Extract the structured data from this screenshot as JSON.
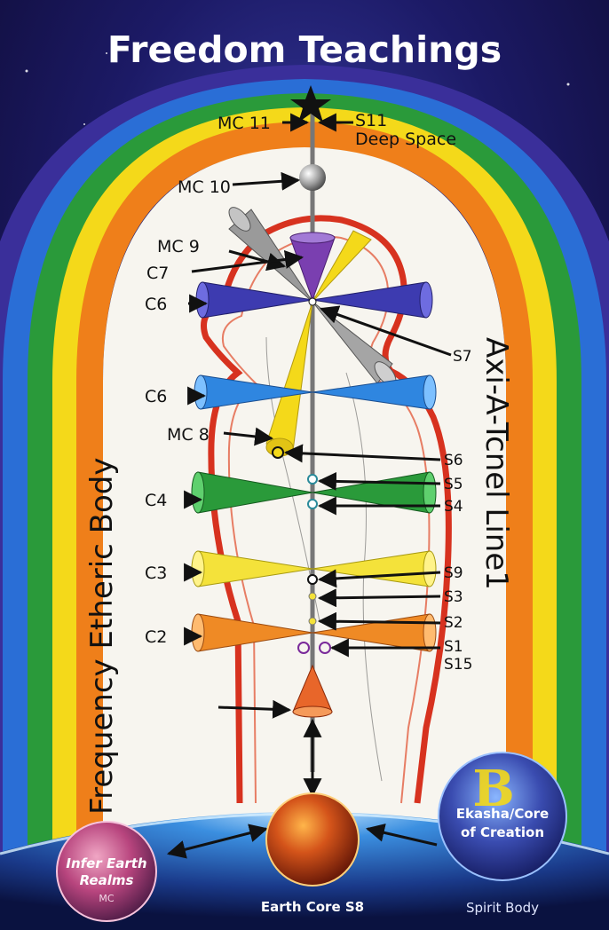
{
  "title": "Freedom Teachings",
  "left_vertical_label": "Frequency  Etheric Body",
  "right_vertical_label": "Axi-A-Tcnel Line1",
  "deep_space_label": "Deep Space",
  "left_labels": {
    "mc11": "MC 11",
    "mc10": "MC 10",
    "mc9": "MC 9",
    "c7": "C7",
    "c6_upper": "C6",
    "c6_lower": "C6",
    "mc8": "MC 8",
    "c4": "C4",
    "c3": "C3",
    "c2": "C2"
  },
  "right_labels": {
    "s11": "S11",
    "s7": "S7",
    "s6": "S6",
    "s5": "S5",
    "s4": "S4",
    "s9": "S9",
    "s3": "S3",
    "s2": "S2",
    "s1": "S1",
    "s15": "S15"
  },
  "orbs": {
    "earth_core": "Earth Core S8",
    "infer_line1": "Infer Earth",
    "infer_line2": "Realms",
    "infer_small": "MC",
    "ekasha_line1": "Ekasha/Core",
    "ekasha_line2": "of Creation",
    "spirit_body": "Spirit Body",
    "ekasha_symbol": "B"
  },
  "colors": {
    "red": "#d7321f",
    "orange": "#ef7f1a",
    "yellow": "#f4d91a",
    "green": "#2a9a3a",
    "blue": "#2a6ed6",
    "indigo": "#3a2f9a",
    "violet": "#7a3fb0",
    "aura_white": "#f7f5ef",
    "body_outline": "#d7321f",
    "space_dark": "#140c3a"
  }
}
